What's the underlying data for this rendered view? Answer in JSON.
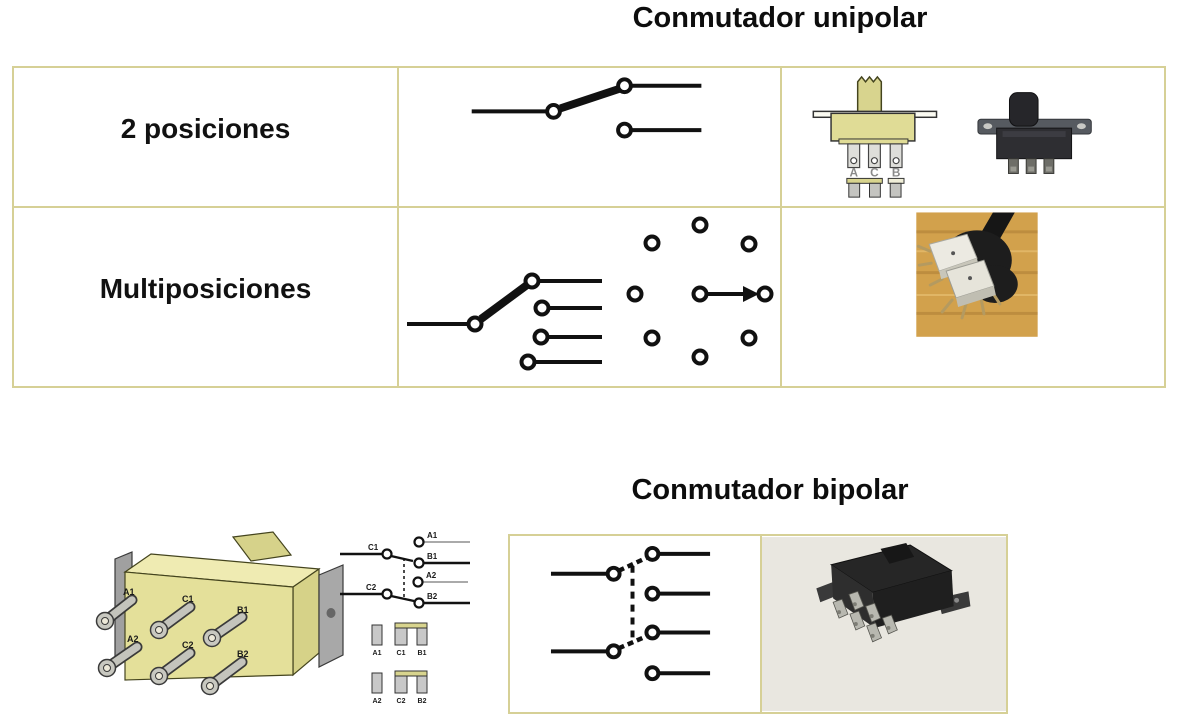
{
  "unipolar": {
    "title": "Conmutador unipolar",
    "rows": [
      {
        "label": "2 posiciones"
      },
      {
        "label": "Multiposiciones"
      }
    ],
    "slide_terminals": [
      "A",
      "C",
      "B"
    ]
  },
  "bipolar": {
    "title": "Conmutador bipolar",
    "terminals": [
      "A1",
      "C1",
      "B1",
      "A2",
      "C2",
      "B2"
    ]
  },
  "colors": {
    "table_border": "#d6d096",
    "switch_body_khaki": "#e0dc96",
    "schematic_line": "#111111",
    "wood_background": "#d2a14c"
  }
}
